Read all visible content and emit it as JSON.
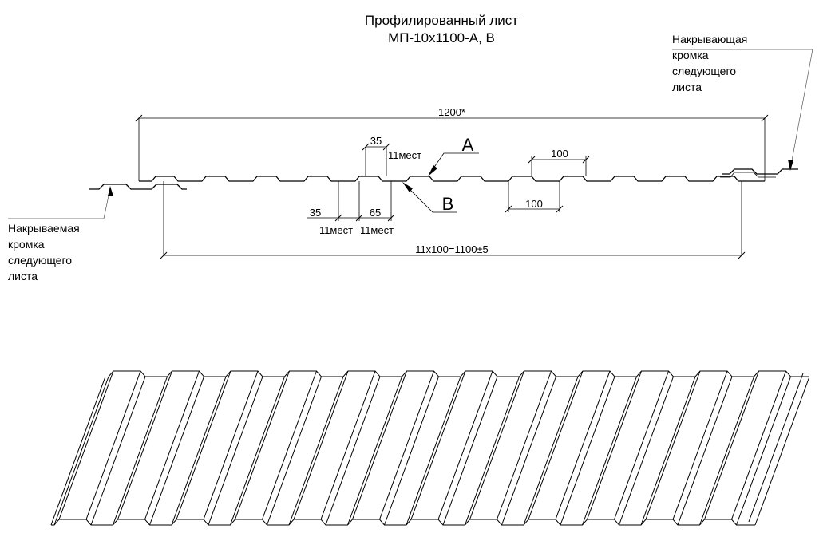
{
  "title": {
    "line1": "Профилированный лист",
    "line2": "МП-10х1100-А, В"
  },
  "labels": {
    "right_note": [
      "Накрывающая",
      "кромка",
      "следующего",
      "листа"
    ],
    "left_note": [
      "Накрываемая",
      "кромка",
      "следующего",
      "листа"
    ],
    "side_a": "A",
    "side_b": "B"
  },
  "dimensions": {
    "overall_width": "1200*",
    "useful_width": "11х100=1100±5",
    "top_rib": "35",
    "top_rib_count": "11мест",
    "pitch_top": "100",
    "pitch_bottom": "100",
    "valley": "35",
    "valley_count": "11мест",
    "slope": "65",
    "slope_count": "11мест"
  }
}
